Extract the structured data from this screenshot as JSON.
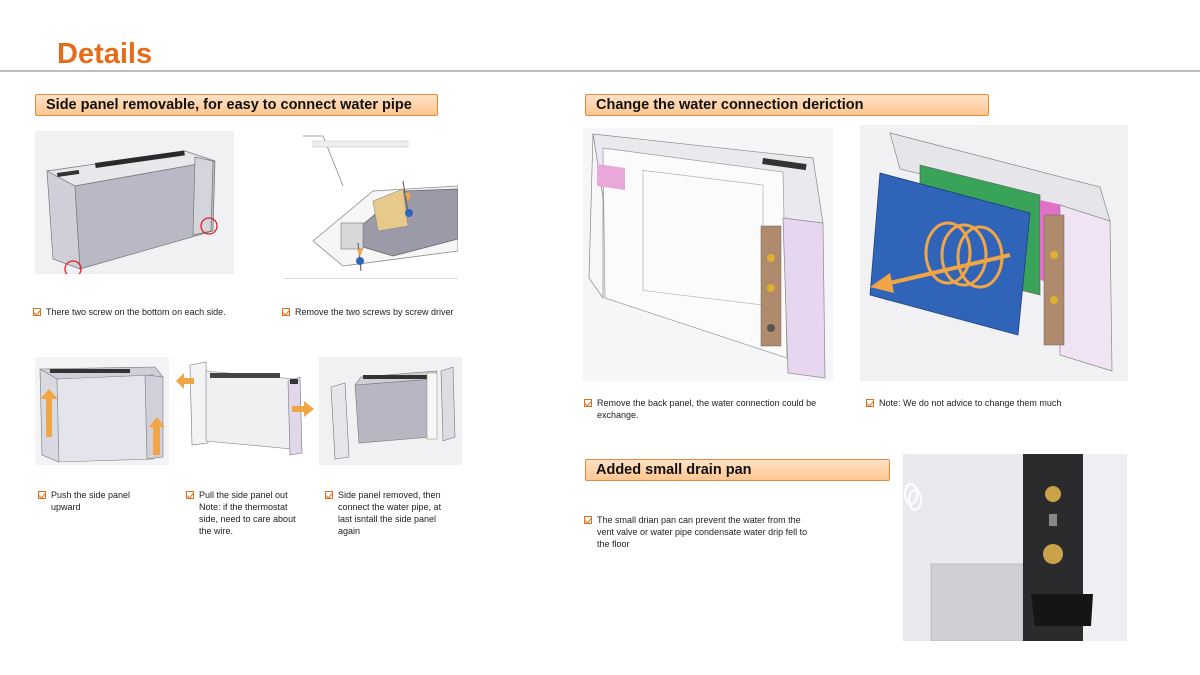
{
  "page": {
    "title": "Details"
  },
  "sections": {
    "side_panel": {
      "heading": "Side panel removable, for easy to connect water pipe",
      "captions": [
        "There two screw on the bottom on each side.",
        "Remove the two screws by screw driver",
        "Push the side panel\nupward",
        "Pull the side panel out\nNote: if the thermostat\nside, need to care about\nthe wire.",
        "Side panel removed, then\nconnect the water pipe, at\nlast isntall the side panel\nagain"
      ]
    },
    "water_connection": {
      "heading": "Change the water connection deriction",
      "captions": [
        "Remove the back panel, the water connection could be\nexchange.",
        "Note: We do not advice to change them much"
      ]
    },
    "drain_pan": {
      "heading": "Added small drain pan",
      "captions": [
        "The small drian pan can prevent the water from the\nvent valve or water pipe condensate water  drip fell to\nthe floor"
      ]
    }
  },
  "colors": {
    "accent": "#e46c1a",
    "banner_fill": "#ffd4aa",
    "banner_border": "#e58a3f",
    "arrow": "#f2a544",
    "panel_blue": "#2f64b8",
    "coil_green": "#3aa35a"
  },
  "icons": {
    "caption_bullet": "checkbox-check-icon"
  }
}
